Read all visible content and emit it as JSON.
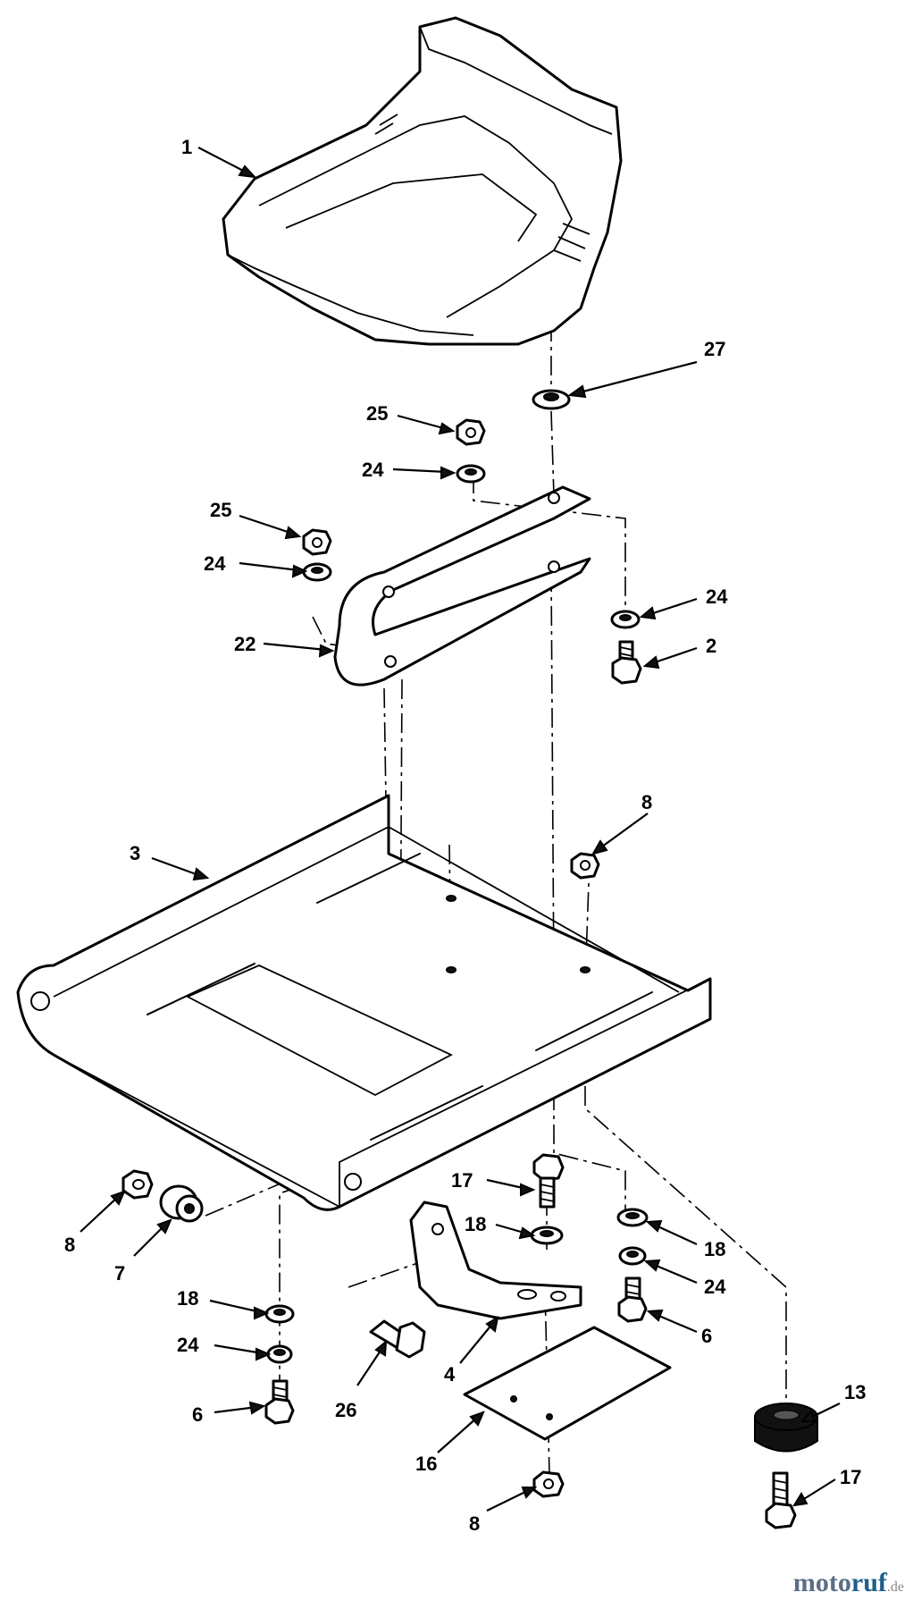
{
  "callouts": [
    {
      "id": "c1",
      "label": "1"
    },
    {
      "id": "c27",
      "label": "27"
    },
    {
      "id": "c25a",
      "label": "25"
    },
    {
      "id": "c24a",
      "label": "24"
    },
    {
      "id": "c25b",
      "label": "25"
    },
    {
      "id": "c24b",
      "label": "24"
    },
    {
      "id": "c24c",
      "label": "24"
    },
    {
      "id": "c22",
      "label": "22"
    },
    {
      "id": "c2",
      "label": "2"
    },
    {
      "id": "c8a",
      "label": "8"
    },
    {
      "id": "c3",
      "label": "3"
    },
    {
      "id": "c8b",
      "label": "8"
    },
    {
      "id": "c7",
      "label": "7"
    },
    {
      "id": "c17a",
      "label": "17"
    },
    {
      "id": "c18a",
      "label": "18"
    },
    {
      "id": "c18b",
      "label": "18"
    },
    {
      "id": "c24d",
      "label": "24"
    },
    {
      "id": "c18c",
      "label": "18"
    },
    {
      "id": "c24e",
      "label": "24"
    },
    {
      "id": "c6a",
      "label": "6"
    },
    {
      "id": "c26",
      "label": "26"
    },
    {
      "id": "c4",
      "label": "4"
    },
    {
      "id": "c6b",
      "label": "6"
    },
    {
      "id": "c13",
      "label": "13"
    },
    {
      "id": "c16",
      "label": "16"
    },
    {
      "id": "c17b",
      "label": "17"
    },
    {
      "id": "c8c",
      "label": "8"
    }
  ],
  "watermark": {
    "brand_a": "moto",
    "brand_b": "ruf",
    "suffix": ".de"
  }
}
